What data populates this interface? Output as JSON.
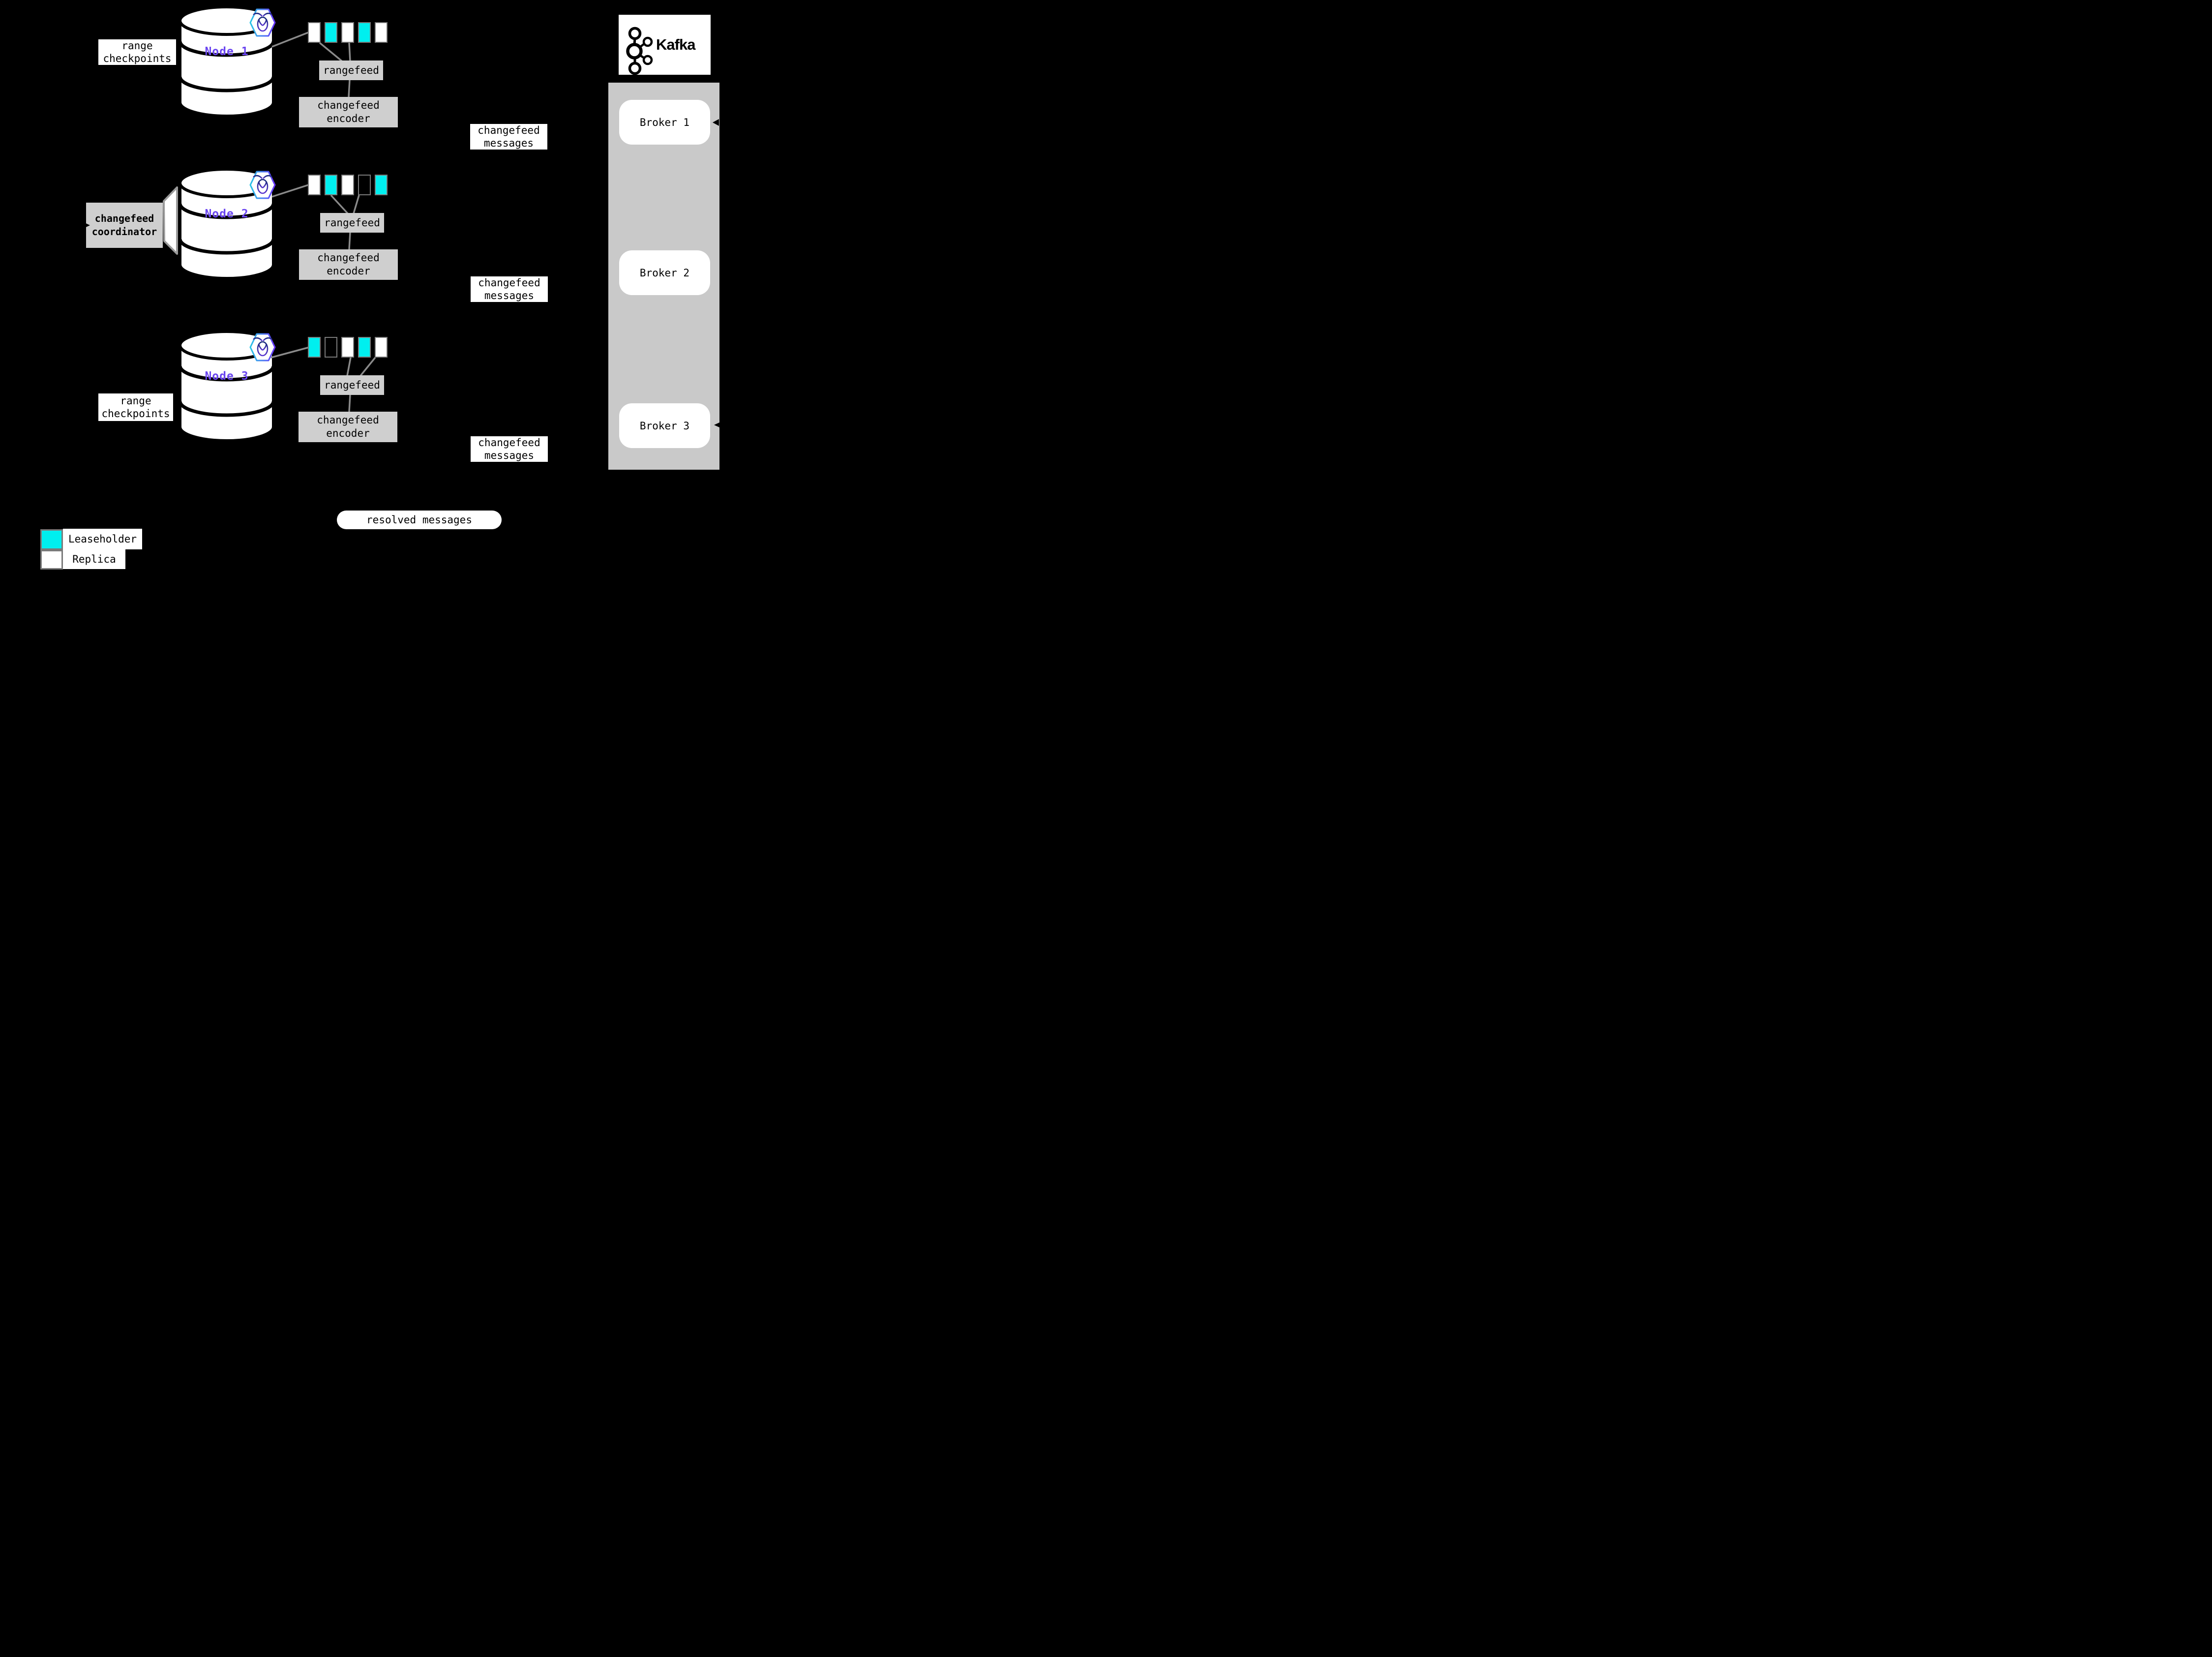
{
  "colors": {
    "background": "#000000",
    "leaseholder": "#00efef",
    "replica": "#ffffff",
    "empty": "transparent",
    "node_label": "#6b46f0",
    "box_gray": "#cfcfcf",
    "kafka_container_gray": "#c9c9c9",
    "connector_gray": "#8a8a8a",
    "hexagon_gradient": [
      "#29c5e6",
      "#6933ff"
    ]
  },
  "nodes": [
    {
      "name": "Node 1",
      "ranges": [
        "replica",
        "leaseholder",
        "replica",
        "leaseholder",
        "replica"
      ],
      "rangefeed_label": "rangefeed",
      "encoder_label": "changefeed\nencoder",
      "messages_label": "changefeed\nmessages"
    },
    {
      "name": "Node 2",
      "ranges": [
        "replica",
        "leaseholder",
        "replica",
        "empty",
        "leaseholder"
      ],
      "rangefeed_label": "rangefeed",
      "encoder_label": "changefeed\nencoder",
      "messages_label": "changefeed\nmessages"
    },
    {
      "name": "Node 3",
      "ranges": [
        "leaseholder",
        "empty",
        "replica",
        "leaseholder",
        "replica"
      ],
      "rangefeed_label": "rangefeed",
      "encoder_label": "changefeed\nencoder",
      "messages_label": "changefeed\nmessages"
    }
  ],
  "annotations": {
    "range_checkpoints_top": "range\ncheckpoints",
    "range_checkpoints_bottom": "range\ncheckpoints",
    "coordinator": "changefeed\ncoordinator",
    "resolved": "resolved messages"
  },
  "kafka": {
    "logo_text": "Kafka",
    "brokers": [
      {
        "label": "Broker 1"
      },
      {
        "label": "Broker 2"
      },
      {
        "label": "Broker 3"
      }
    ]
  },
  "legend": [
    {
      "type": "leaseholder",
      "label": "Leaseholder"
    },
    {
      "type": "replica",
      "label": "Replica"
    }
  ]
}
